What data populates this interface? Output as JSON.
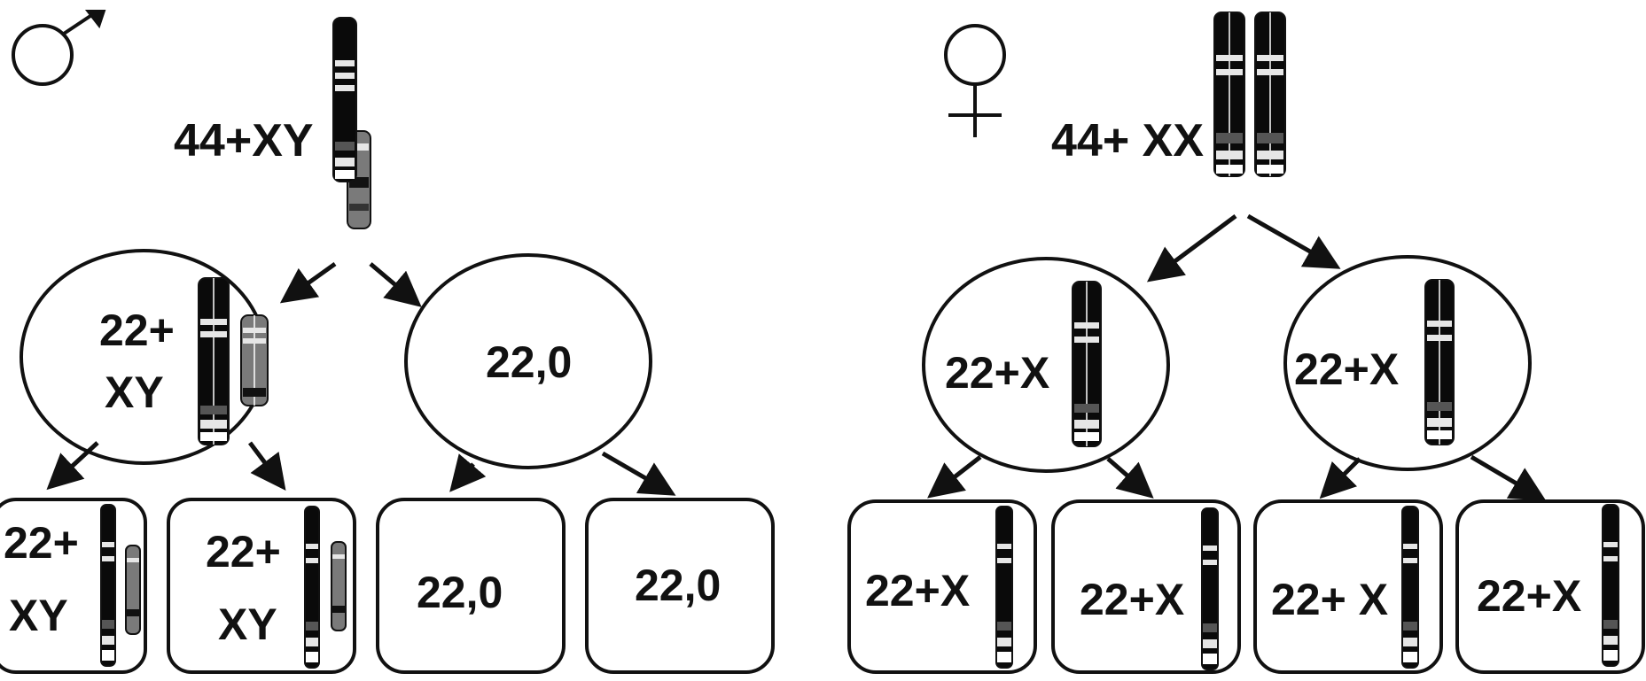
{
  "symbols": {
    "male": "male-symbol-icon",
    "female": "female-symbol-icon"
  },
  "male_branch": {
    "parent_label": "44+XY",
    "cell_1_line1": "22+",
    "cell_1_line2": "XY",
    "cell_2_label": "22,0",
    "gametes": [
      {
        "line1": "22+",
        "line2": "XY"
      },
      {
        "line1": "22+",
        "line2": "XY"
      },
      {
        "line1": "22,0",
        "line2": ""
      },
      {
        "line1": "22,0",
        "line2": ""
      }
    ]
  },
  "female_branch": {
    "parent_label": "44+ XX",
    "cell_1_label": "22+X",
    "cell_2_label": "22+X",
    "gametes": [
      {
        "line1": "22+X"
      },
      {
        "line1": "22+X"
      },
      {
        "line1": "22+ X"
      },
      {
        "line1": "22+X"
      }
    ]
  },
  "colors": {
    "ink": "#111111",
    "chromosome_x": "#0a0a0a",
    "chromosome_y": "#7a7a7a",
    "band_light": "#e6e6e6",
    "band_mid": "#555555",
    "background": "#ffffff"
  }
}
